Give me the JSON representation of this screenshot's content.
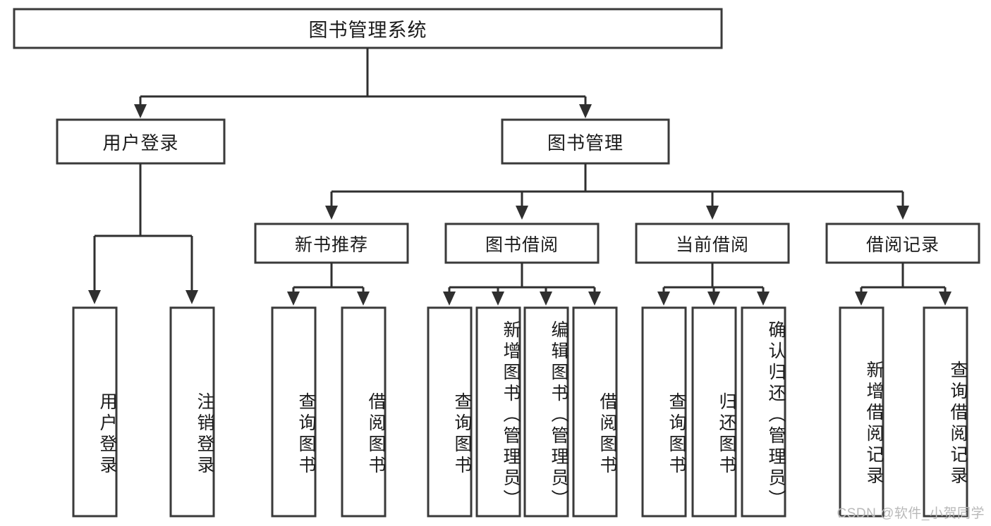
{
  "diagram": {
    "title": "图书管理系统",
    "watermark": "CSDN @软件_小贺同学",
    "colors": {
      "box_stroke": "#3a3a3a",
      "connector": "#2f2f2f",
      "text": "#1b1b1b",
      "background": "#ffffff",
      "watermark": "#b9b9b9"
    },
    "tier1": {
      "root": {
        "label": "图书管理系统"
      }
    },
    "tier2": [
      {
        "label": "用户登录"
      },
      {
        "label": "图书管理"
      }
    ],
    "tier3": [
      {
        "label": "新书推荐"
      },
      {
        "label": "图书借阅"
      },
      {
        "label": "当前借阅"
      },
      {
        "label": "借阅记录"
      }
    ],
    "leaves": {
      "user_login": [
        {
          "label": "用户登录"
        },
        {
          "label": "注销登录"
        }
      ],
      "new_book_recommend": [
        {
          "label": "查询图书"
        },
        {
          "label": "借阅图书"
        }
      ],
      "book_borrow": [
        {
          "label": "查询图书"
        },
        {
          "label": "新增图书（管理员）"
        },
        {
          "label": "编辑图书（管理员）"
        },
        {
          "label": "借阅图书"
        }
      ],
      "current_borrow": [
        {
          "label": "查询图书"
        },
        {
          "label": "归还图书"
        },
        {
          "label": "确认归还（管理员）"
        }
      ],
      "borrow_record": [
        {
          "label": "新增借阅记录"
        },
        {
          "label": "查询借阅记录"
        }
      ]
    }
  }
}
